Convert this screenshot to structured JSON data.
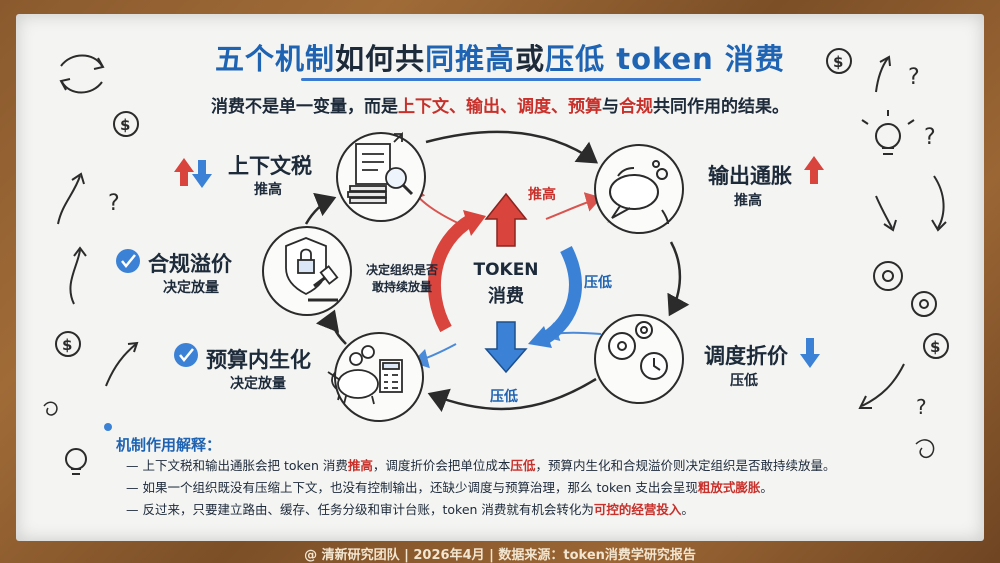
{
  "title": {
    "part1": "五个机制",
    "part2": "如何共",
    "part3": "同推高",
    "part4": "或",
    "part5": "压低",
    "part6": " token 消费"
  },
  "subtitle": {
    "pre": "消费不是单一变量，而是",
    "items": "上下文、输出、调度、预算",
    "mid": "与",
    "last": "合规",
    "post": "共同作用的结果。"
  },
  "mechanisms": {
    "context_tax": {
      "name": "上下文税",
      "effect": "推高"
    },
    "output_inflation": {
      "name": "输出通胀",
      "effect": "推高"
    },
    "scheduling_discount": {
      "name": "调度折价",
      "effect": "压低"
    },
    "budget": {
      "name": "预算内生化",
      "effect": "决定放量"
    },
    "compliance": {
      "name": "合规溢价",
      "effect": "决定放量"
    }
  },
  "center": {
    "line1": "TOKEN",
    "line2": "消费"
  },
  "arrow_labels": {
    "push_up": "推高",
    "press_down_right": "压低",
    "press_down_bottom": "压低"
  },
  "decision_note": {
    "line1": "决定组织是否",
    "line2": "敢持续放量"
  },
  "notes": {
    "heading": "机制作用解释：",
    "line1_a": "— 上下文税和输出通胀会把 token 消费",
    "line1_b": "推高",
    "line1_c": "，调度折价会把单位成本",
    "line1_d": "压低",
    "line1_e": "，预算内生化和合规溢价则决定组织是否敢持续放量。",
    "line2_a": "— 如果一个组织既没有压缩上下文，也没有控制输出，还缺少调度与预算治理，那么 token 支出会呈现",
    "line2_b": "粗放式膨胀",
    "line2_c": "。",
    "line3_a": "— 反过来，只要建立路由、缓存、任务分级和审计台账，token 消费就有机会转化为",
    "line3_b": "可控的经营投入",
    "line3_c": "。"
  },
  "footer": "@ 清新研究团队 | 2026年4月 | 数据来源：token消费学研究报告",
  "colors": {
    "red": "#c8312b",
    "blue": "#1f64b3",
    "wood": "#8a5a2e",
    "board": "#f4f4f2"
  }
}
